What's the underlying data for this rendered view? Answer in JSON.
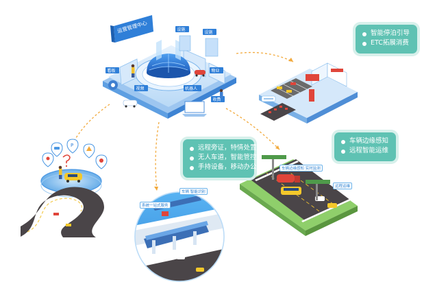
{
  "colors": {
    "callout_bg": "#5fc2b3",
    "callout_border": "#d7f0eb",
    "platform_blue": "#2f7fd8",
    "platform_light": "#cfe6fb",
    "road_dark": "#4a4548",
    "road_line": "#f2c230",
    "grass": "#8fcf6b",
    "sky_blue": "#4aa8ef",
    "arrow_orange": "#f2a93b",
    "car_yellow": "#f4c82b",
    "car_red": "#e0453a"
  },
  "hub": {
    "center_sign": "运营管理中心",
    "labels": [
      "设施",
      "设施",
      "看板",
      "物业",
      "视频",
      "机器人",
      "收费"
    ]
  },
  "callouts": {
    "parking": [
      "智能停泊引导",
      "ETC拓展消费"
    ],
    "remote": [
      "远程旁证，特情处置",
      "无人车道，智能管控",
      "手持设备，移动办公"
    ],
    "vehicle": [
      "车辆边缘感知",
      "远程智能运维"
    ]
  },
  "scene_labels": {
    "toll_a": "车辆 智能识别",
    "toll_b": "系统一站式服务",
    "highway_a": "车辆边缘感知 实时监测",
    "highway_b": "远程运维"
  },
  "icons": [
    "map-pin-icon",
    "question-icon",
    "car-icon",
    "parking-icon",
    "warning-icon"
  ]
}
